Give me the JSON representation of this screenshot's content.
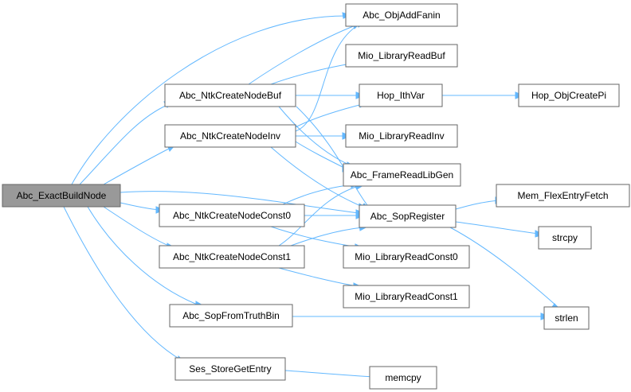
{
  "graph": {
    "nodes": [
      {
        "id": "root",
        "label": "Abc_ExactBuildNode",
        "root": true
      },
      {
        "id": "objaddfanin",
        "label": "Abc_ObjAddFanin"
      },
      {
        "id": "ntkbuf",
        "label": "Abc_NtkCreateNodeBuf"
      },
      {
        "id": "mioreadbuf",
        "label": "Mio_LibraryReadBuf"
      },
      {
        "id": "hopithvar",
        "label": "Hop_IthVar"
      },
      {
        "id": "hopobjcreatepi",
        "label": "Hop_ObjCreatePi"
      },
      {
        "id": "ntkinv",
        "label": "Abc_NtkCreateNodeInv"
      },
      {
        "id": "mioreadinv",
        "label": "Mio_LibraryReadInv"
      },
      {
        "id": "framereadlibgen",
        "label": "Abc_FrameReadLibGen"
      },
      {
        "id": "memflex",
        "label": "Mem_FlexEntryFetch"
      },
      {
        "id": "ntkconst0",
        "label": "Abc_NtkCreateNodeConst0"
      },
      {
        "id": "sopregister",
        "label": "Abc_SopRegister"
      },
      {
        "id": "strcpy",
        "label": "strcpy"
      },
      {
        "id": "ntkconst1",
        "label": "Abc_NtkCreateNodeConst1"
      },
      {
        "id": "mioreadconst0",
        "label": "Mio_LibraryReadConst0"
      },
      {
        "id": "mioreadconst1",
        "label": "Mio_LibraryReadConst1"
      },
      {
        "id": "sopfromtruthbin",
        "label": "Abc_SopFromTruthBin"
      },
      {
        "id": "strlen",
        "label": "strlen"
      },
      {
        "id": "sesstore",
        "label": "Ses_StoreGetEntry"
      },
      {
        "id": "memcpy",
        "label": "memcpy"
      }
    ]
  }
}
